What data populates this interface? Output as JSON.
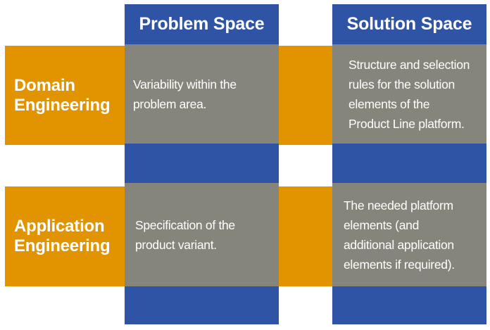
{
  "colors": {
    "blue": "#2F53A5",
    "orange": "#E29400",
    "gray": "#85857B",
    "background": "#FFFFFF",
    "text": "#FFFFFF"
  },
  "columns": [
    {
      "label": "Problem Space"
    },
    {
      "label": "Solution Space"
    }
  ],
  "rows": [
    {
      "label": "Domain\nEngineering"
    },
    {
      "label": "Application\nEngineering"
    }
  ],
  "cells": {
    "r1c1": "Variability within the\nproblem area.",
    "r1c2": "Structure and selection\nrules for the solution\nelements of the\nProduct Line platform.",
    "r2c1": "Specification of the\nproduct variant.",
    "r2c2": "The needed platform\nelements (and\nadditional application\nelements if required)."
  }
}
